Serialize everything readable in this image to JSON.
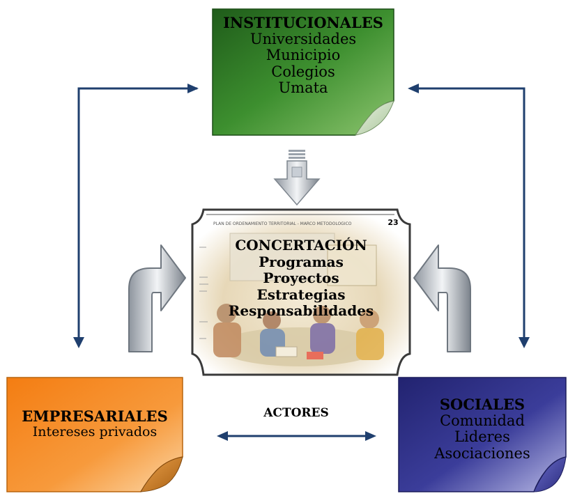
{
  "colors": {
    "institucionales": "#2f7a27",
    "empresariales": "#f0891c",
    "sociales": "#34358f",
    "connector": "#1f3f6e",
    "block_arrow": "#b9c0c8"
  },
  "institucionales": {
    "title": "INSTITUCIONALES",
    "items": [
      "Universidades",
      "Municipio",
      "Colegios",
      "Umata"
    ]
  },
  "concertacion": {
    "page_header": "PLAN DE ORDENAMIENTO TERRITORIAL - MARCO METODOLOGICO",
    "page_number": "23",
    "title": "CONCERTACIÓN",
    "items": [
      "Programas",
      "Proyectos",
      "Estrategias",
      "Responsabilidades"
    ]
  },
  "empresariales": {
    "title": "EMPRESARIALES",
    "items": [
      "Intereses privados"
    ]
  },
  "sociales": {
    "title": "SOCIALES",
    "items": [
      "Comunidad",
      "Lideres",
      "Asociaciones"
    ]
  },
  "actores": "ACTORES"
}
